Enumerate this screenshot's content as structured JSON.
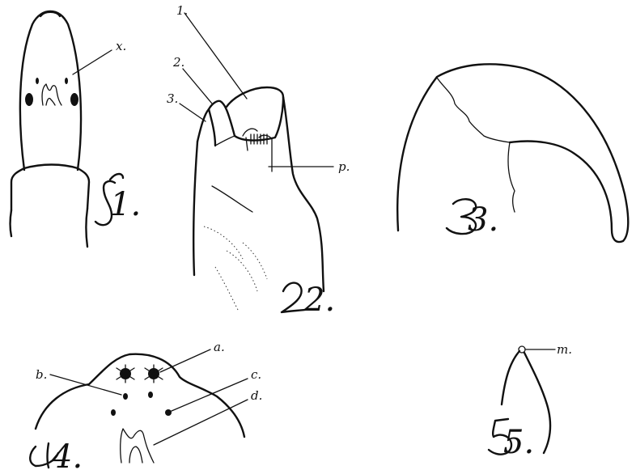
{
  "figures": [
    {
      "number": "1.",
      "labels": [
        "x."
      ]
    },
    {
      "number": "2.",
      "labels": [
        "1.",
        "2.",
        "3.",
        "p."
      ]
    },
    {
      "number": "3.",
      "labels": []
    },
    {
      "number": "4.",
      "labels": [
        "a.",
        "b.",
        "c.",
        "d."
      ]
    },
    {
      "number": "5.",
      "labels": [
        "m."
      ]
    }
  ]
}
